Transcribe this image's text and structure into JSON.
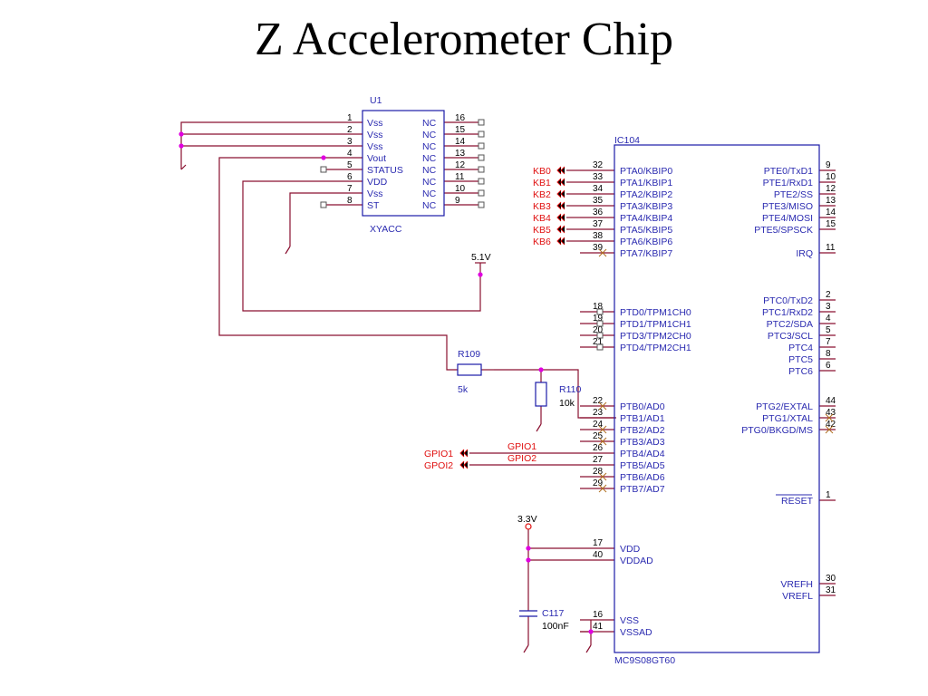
{
  "title": "Z Accelerometer Chip",
  "u1": {
    "ref": "U1",
    "part": "XYACC",
    "left_pins": [
      {
        "num": "1",
        "name": "Vss"
      },
      {
        "num": "2",
        "name": "Vss"
      },
      {
        "num": "3",
        "name": "Vss"
      },
      {
        "num": "4",
        "name": "Vout"
      },
      {
        "num": "5",
        "name": "STATUS"
      },
      {
        "num": "6",
        "name": "VDD"
      },
      {
        "num": "7",
        "name": "Vss"
      },
      {
        "num": "8",
        "name": "ST"
      }
    ],
    "right_pins": [
      {
        "num": "16",
        "name": "NC"
      },
      {
        "num": "15",
        "name": "NC"
      },
      {
        "num": "14",
        "name": "NC"
      },
      {
        "num": "13",
        "name": "NC"
      },
      {
        "num": "12",
        "name": "NC"
      },
      {
        "num": "11",
        "name": "NC"
      },
      {
        "num": "10",
        "name": "NC"
      },
      {
        "num": "9",
        "name": "NC"
      }
    ]
  },
  "ic104": {
    "ref": "IC104",
    "part": "MC9S08GT60",
    "left_pins": [
      {
        "num": "32",
        "name": "PTA0/KBIP0"
      },
      {
        "num": "33",
        "name": "PTA1/KBIP1"
      },
      {
        "num": "34",
        "name": "PTA2/KBIP2"
      },
      {
        "num": "35",
        "name": "PTA3/KBIP3"
      },
      {
        "num": "36",
        "name": "PTA4/KBIP4"
      },
      {
        "num": "37",
        "name": "PTA5/KBIP5"
      },
      {
        "num": "38",
        "name": "PTA6/KBIP6"
      },
      {
        "num": "39",
        "name": "PTA7/KBIP7"
      },
      {
        "num": "18",
        "name": "PTD0/TPM1CH0"
      },
      {
        "num": "19",
        "name": "PTD1/TPM1CH1"
      },
      {
        "num": "20",
        "name": "PTD3/TPM2CH0"
      },
      {
        "num": "21",
        "name": "PTD4/TPM2CH1"
      },
      {
        "num": "22",
        "name": "PTB0/AD0"
      },
      {
        "num": "23",
        "name": "PTB1/AD1"
      },
      {
        "num": "24",
        "name": "PTB2/AD2"
      },
      {
        "num": "25",
        "name": "PTB3/AD3"
      },
      {
        "num": "26",
        "name": "PTB4/AD4"
      },
      {
        "num": "27",
        "name": "PTB5/AD5"
      },
      {
        "num": "28",
        "name": "PTB6/AD6"
      },
      {
        "num": "29",
        "name": "PTB7/AD7"
      },
      {
        "num": "17",
        "name": "VDD"
      },
      {
        "num": "40",
        "name": "VDDAD"
      },
      {
        "num": "16",
        "name": "VSS"
      },
      {
        "num": "41",
        "name": "VSSAD"
      }
    ],
    "right_pins": [
      {
        "num": "9",
        "name": "PTE0/TxD1"
      },
      {
        "num": "10",
        "name": "PTE1/RxD1"
      },
      {
        "num": "12",
        "name": "PTE2/SS"
      },
      {
        "num": "13",
        "name": "PTE3/MISO"
      },
      {
        "num": "14",
        "name": "PTE4/MOSI"
      },
      {
        "num": "15",
        "name": "PTE5/SPSCK"
      },
      {
        "num": "11",
        "name": "IRQ"
      },
      {
        "num": "2",
        "name": "PTC0/TxD2"
      },
      {
        "num": "3",
        "name": "PTC1/RxD2"
      },
      {
        "num": "4",
        "name": "PTC2/SDA"
      },
      {
        "num": "5",
        "name": "PTC3/SCL"
      },
      {
        "num": "7",
        "name": "PTC4"
      },
      {
        "num": "8",
        "name": "PTC5"
      },
      {
        "num": "6",
        "name": "PTC6"
      },
      {
        "num": "44",
        "name": "PTG2/EXTAL"
      },
      {
        "num": "43",
        "name": "PTG1/XTAL"
      },
      {
        "num": "42",
        "name": "PTG0/BKGD/MS"
      },
      {
        "num": "1",
        "name": "RESET"
      },
      {
        "num": "30",
        "name": "VREFH"
      },
      {
        "num": "31",
        "name": "VREFL"
      }
    ]
  },
  "kb_labels": [
    "KB0",
    "KB1",
    "KB2",
    "KB3",
    "KB4",
    "KB5",
    "KB6"
  ],
  "gpio_ports": [
    "GPIO1",
    "GPOI2"
  ],
  "gpio_nets": [
    "GPIO1",
    "GPIO2"
  ],
  "power": {
    "v51": "5.1V",
    "v33": "3.3V"
  },
  "r109": {
    "ref": "R109",
    "value": "5k"
  },
  "r110": {
    "ref": "R110",
    "value": "10k"
  },
  "c117": {
    "ref": "C117",
    "value": "100nF"
  }
}
